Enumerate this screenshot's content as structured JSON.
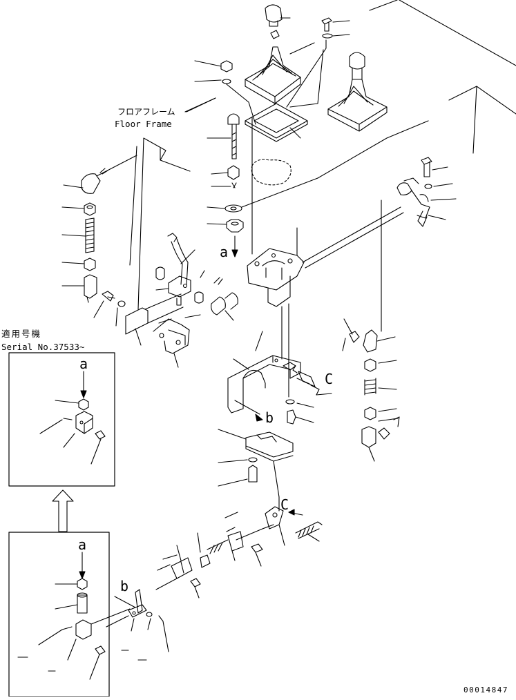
{
  "floor_frame": {
    "label_jp": "フロアフレーム",
    "label_en": "Floor Frame"
  },
  "serial_note": {
    "label_jp": "適用号機",
    "label_serial": "Serial No.37533~"
  },
  "letters": {
    "a": "a",
    "b": "b",
    "c": "C"
  },
  "drawing_number": "00014847"
}
